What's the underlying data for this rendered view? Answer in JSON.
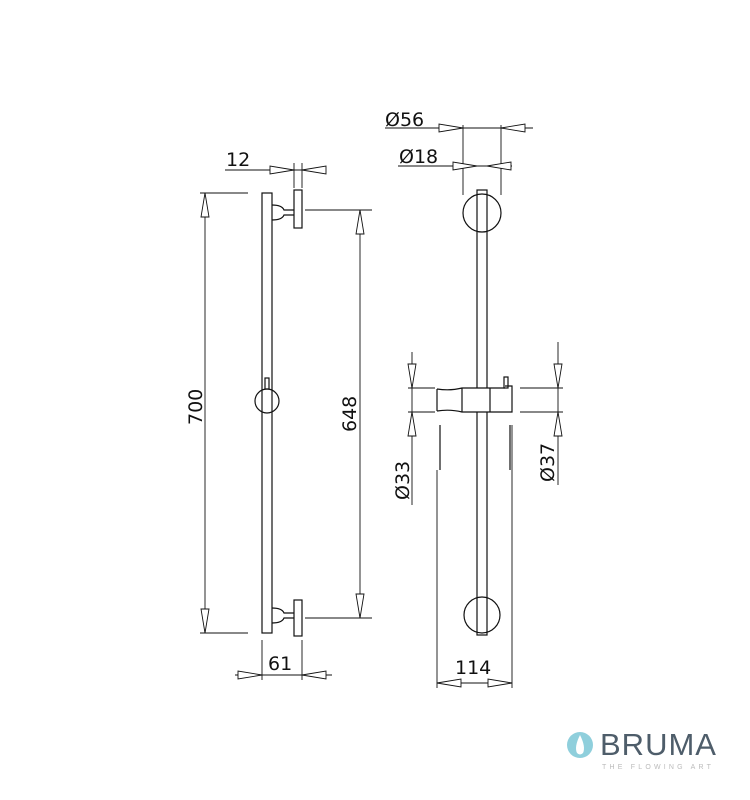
{
  "drawing": {
    "dimensions": {
      "height_total": "700",
      "fixing_distance": "648",
      "bar_diameter": "12",
      "wall_depth": "61",
      "bracket_diameter": "Ø56",
      "tube_diameter": "Ø18",
      "slider_diameter_small": "Ø33",
      "slider_diameter_large": "Ø37",
      "slider_length": "114"
    }
  },
  "logo": {
    "brand": "BRUMA",
    "tagline": "THE FLOWING ART",
    "color": "#8fcfdc"
  }
}
